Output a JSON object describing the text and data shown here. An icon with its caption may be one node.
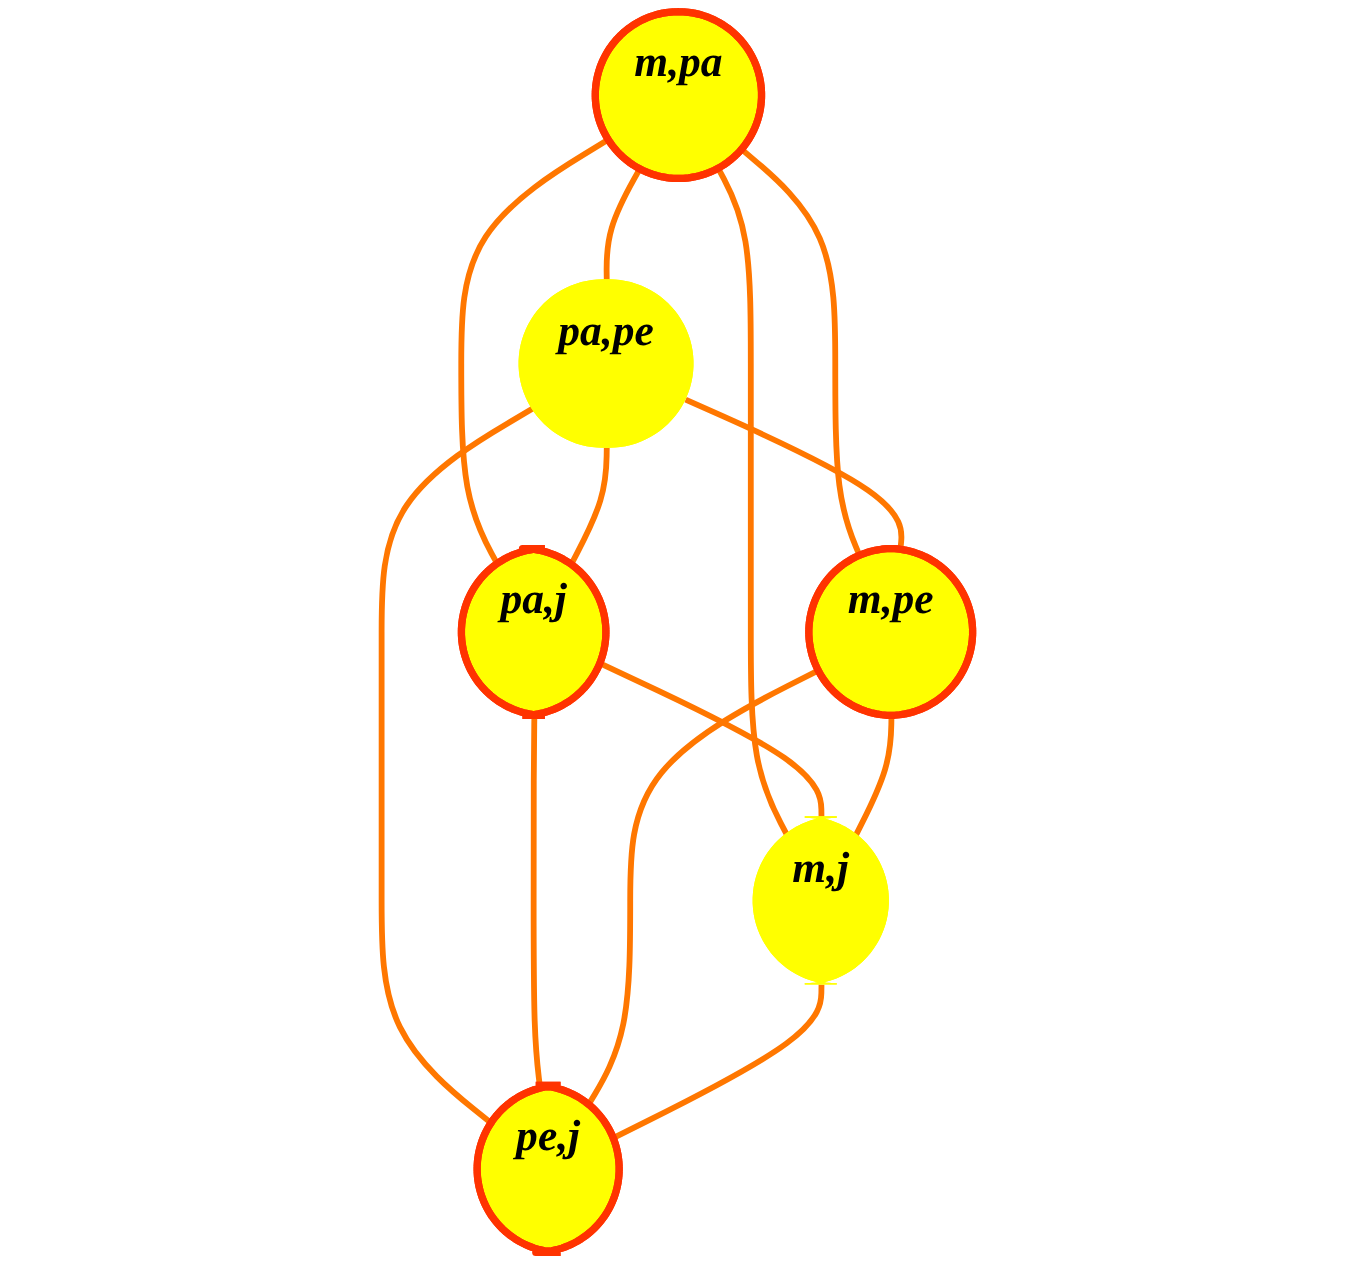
{
  "diagram": {
    "nodes": [
      {
        "text": [
          "m,pa"
        ]
      },
      {
        "text": [
          "pa,pe"
        ]
      },
      {
        "text": [
          "pa,j"
        ]
      },
      {
        "text": [
          "m,pe"
        ]
      },
      {
        "text": [
          "m,j"
        ]
      },
      {
        "text": [
          "pe,j"
        ]
      }
    ],
    "edges": [
      {
        "from": 0,
        "to": 1,
        "arrow": "none"
      },
      {
        "from": 0,
        "to": 2,
        "arrow": "none"
      },
      {
        "from": 0,
        "to": 3,
        "arrow": "none"
      },
      {
        "from": 0,
        "to": 4,
        "arrow": "none"
      },
      {
        "from": 1,
        "to": 2,
        "arrow": "none"
      },
      {
        "from": 1,
        "to": 3,
        "arrow": "none"
      },
      {
        "from": 1,
        "to": 5,
        "arrow": "none"
      },
      {
        "from": 2,
        "to": 4,
        "arrow": "none"
      },
      {
        "from": 2,
        "to": 5,
        "arrow": "none"
      },
      {
        "from": 3,
        "to": 4,
        "arrow": "none"
      },
      {
        "from": 3,
        "to": 5,
        "arrow": "none"
      },
      {
        "from": 4,
        "to": 5,
        "arrow": "none"
      }
    ]
  }
}
